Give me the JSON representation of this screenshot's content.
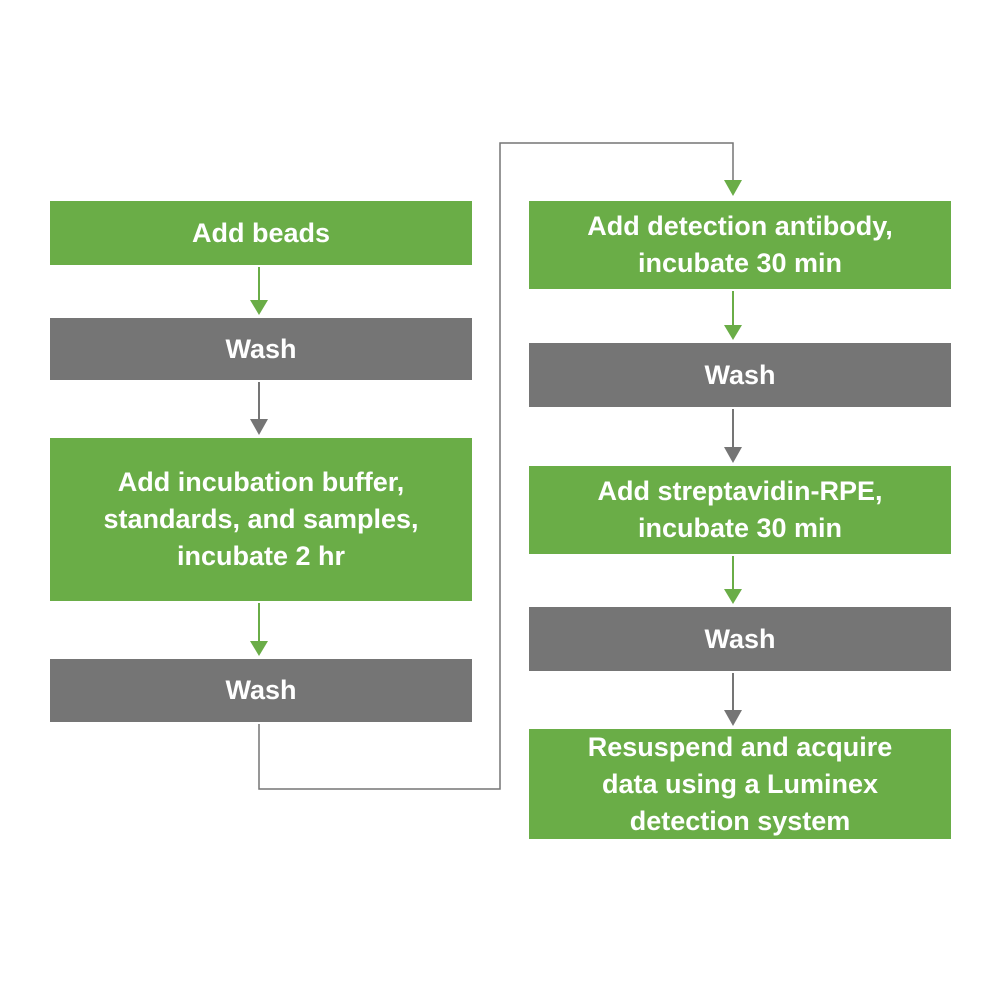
{
  "colors": {
    "step_green": "#6aad47",
    "step_gray": "#757575",
    "arrow_green": "#6aad47",
    "arrow_gray": "#757575",
    "text": "#ffffff"
  },
  "steps": [
    {
      "label": "Add beads",
      "kind": "green"
    },
    {
      "label": "Wash",
      "kind": "gray"
    },
    {
      "label": "Add incubation buffer,\nstandards, and samples,\nincubate 2 hr",
      "kind": "green"
    },
    {
      "label": "Wash",
      "kind": "gray"
    },
    {
      "label": "Add detection antibody,\nincubate 30 min",
      "kind": "green"
    },
    {
      "label": "Wash",
      "kind": "gray"
    },
    {
      "label": "Add streptavidin-RPE,\nincubate 30 min",
      "kind": "green"
    },
    {
      "label": "Wash",
      "kind": "gray"
    },
    {
      "label": "Resuspend and acquire\ndata using a Luminex\ndetection system",
      "kind": "green"
    }
  ]
}
